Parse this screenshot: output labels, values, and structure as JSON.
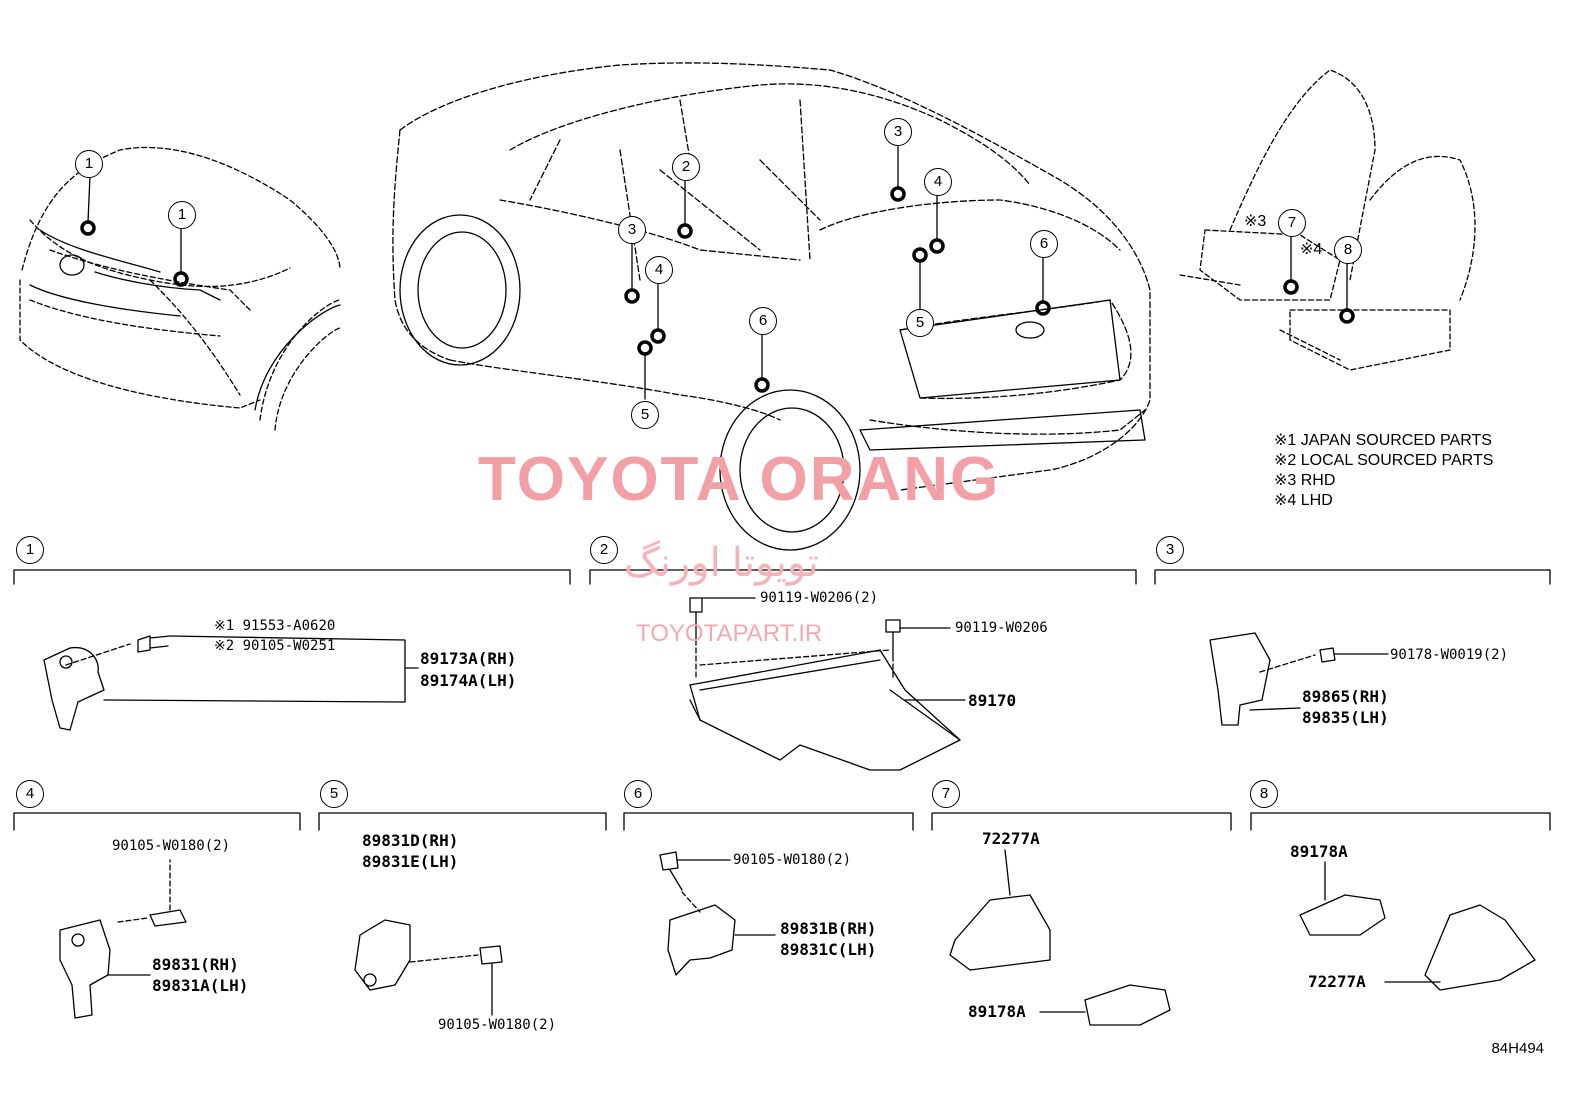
{
  "watermark": {
    "brand": "TOYOTA ORANG",
    "persian": "تویوتا اورنگ",
    "url": "TOYOTAPART.IR"
  },
  "notes": [
    "※1 JAPAN SOURCED PARTS",
    "※2 LOCAL SOURCED PARTS",
    "※3 RHD",
    "※4 LHD"
  ],
  "overview_markers": [
    "1",
    "1",
    "2",
    "3",
    "3",
    "4",
    "4",
    "5",
    "5",
    "6",
    "6",
    "7",
    "8"
  ],
  "seat_marks": {
    "rhd": "※3",
    "lhd": "※4"
  },
  "sections": [
    {
      "num": "1",
      "labels": {
        "bolt_a": "※1 91553-A0620",
        "bolt_b": "※2 90105-W0251",
        "part_rh": "89173A(RH)",
        "part_lh": "89174A(LH)"
      }
    },
    {
      "num": "2",
      "labels": {
        "bolt_a": "90119-W0206(2)",
        "bolt_b": "90119-W0206",
        "part": "89170"
      }
    },
    {
      "num": "3",
      "labels": {
        "nut": "90178-W0019(2)",
        "part_rh": "89865(RH)",
        "part_lh": "89835(LH)"
      }
    },
    {
      "num": "4",
      "labels": {
        "bolt": "90105-W0180(2)",
        "part_rh": "89831(RH)",
        "part_lh": "89831A(LH)"
      }
    },
    {
      "num": "5",
      "labels": {
        "part_rh": "89831D(RH)",
        "part_lh": "89831E(LH)",
        "bolt": "90105-W0180(2)"
      }
    },
    {
      "num": "6",
      "labels": {
        "bolt": "90105-W0180(2)",
        "part_rh": "89831B(RH)",
        "part_lh": "89831C(LH)"
      }
    },
    {
      "num": "7",
      "labels": {
        "bracket": "72277A",
        "sensor": "89178A"
      }
    },
    {
      "num": "8",
      "labels": {
        "sensor": "89178A",
        "bracket": "72277A"
      }
    }
  ],
  "diagram_code": "84H494"
}
